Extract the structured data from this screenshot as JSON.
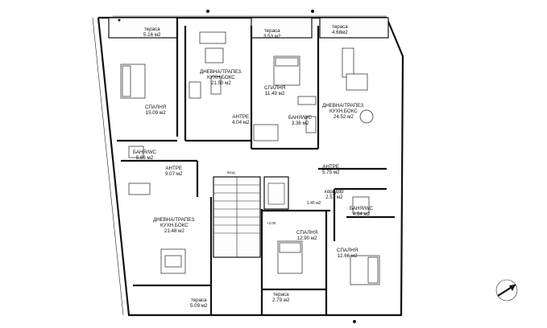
{
  "plan": {
    "rooms": [
      {
        "key": "terrace_top_left",
        "name": "тераса",
        "area": "5.16 м2"
      },
      {
        "key": "terrace_top_mid",
        "name": "тераса",
        "area": "3.53 м2"
      },
      {
        "key": "terrace_top_right",
        "name": "тераса",
        "area": "4.68м2"
      },
      {
        "key": "living_top_mid",
        "name": "ДНЕВНА/ТРАПЕЗ.\nКУХН.БОКС",
        "area": "21.50 м2"
      },
      {
        "key": "bedroom_top_mid",
        "name": "СПАЛНЯ",
        "area": "11.49 м2"
      },
      {
        "key": "bedroom_top_left",
        "name": "СПАЛНЯ",
        "area": "15.09 м2"
      },
      {
        "key": "living_top_right",
        "name": "ДНЕВНА/ТРАПЕЗ.\nКУХН.БОКС",
        "area": "24.52 м2"
      },
      {
        "key": "hall_top_mid",
        "name": "АНТРЕ",
        "area": "4.04 м2"
      },
      {
        "key": "bath_top_mid",
        "name": "БАНЯ/WC",
        "area": "3.36 м2"
      },
      {
        "key": "bath_left",
        "name": "БАНЯ/WC",
        "area": "5.86 м2"
      },
      {
        "key": "hall_left",
        "name": "АНТРЕ",
        "area": "9.07 м2"
      },
      {
        "key": "hall_right_top",
        "name": "АНТРЕ",
        "area": "5.75 м2"
      },
      {
        "key": "corridor_right",
        "name": "коридор",
        "area": "2.57 м2"
      },
      {
        "key": "bath_right",
        "name": "БАНЯ/WC",
        "area": "4.64 м2"
      },
      {
        "key": "living_left",
        "name": "ДНЕВНА/ТРАПЕЗ.\nКУХН.БОКС",
        "area": "21.48 м2"
      },
      {
        "key": "bedroom_bottom_mid",
        "name": "СПАЛНЯ",
        "area": "12.90 м2"
      },
      {
        "key": "bedroom_bottom_right",
        "name": "СПАЛНЯ",
        "area": "12.66 м2"
      },
      {
        "key": "terrace_bottom_left",
        "name": "тераса",
        "area": "5.09 м2"
      },
      {
        "key": "terrace_bottom_mid",
        "name": "тераса",
        "area": "2.79 м2"
      }
    ],
    "marks": {
      "wc_small": "1.45 м2",
      "stair_up": "вход",
      "landing": "+2.00"
    },
    "icons": {
      "compass": "north-arrow-icon"
    },
    "colors": {
      "line": "#111111",
      "background": "#ffffff"
    }
  }
}
